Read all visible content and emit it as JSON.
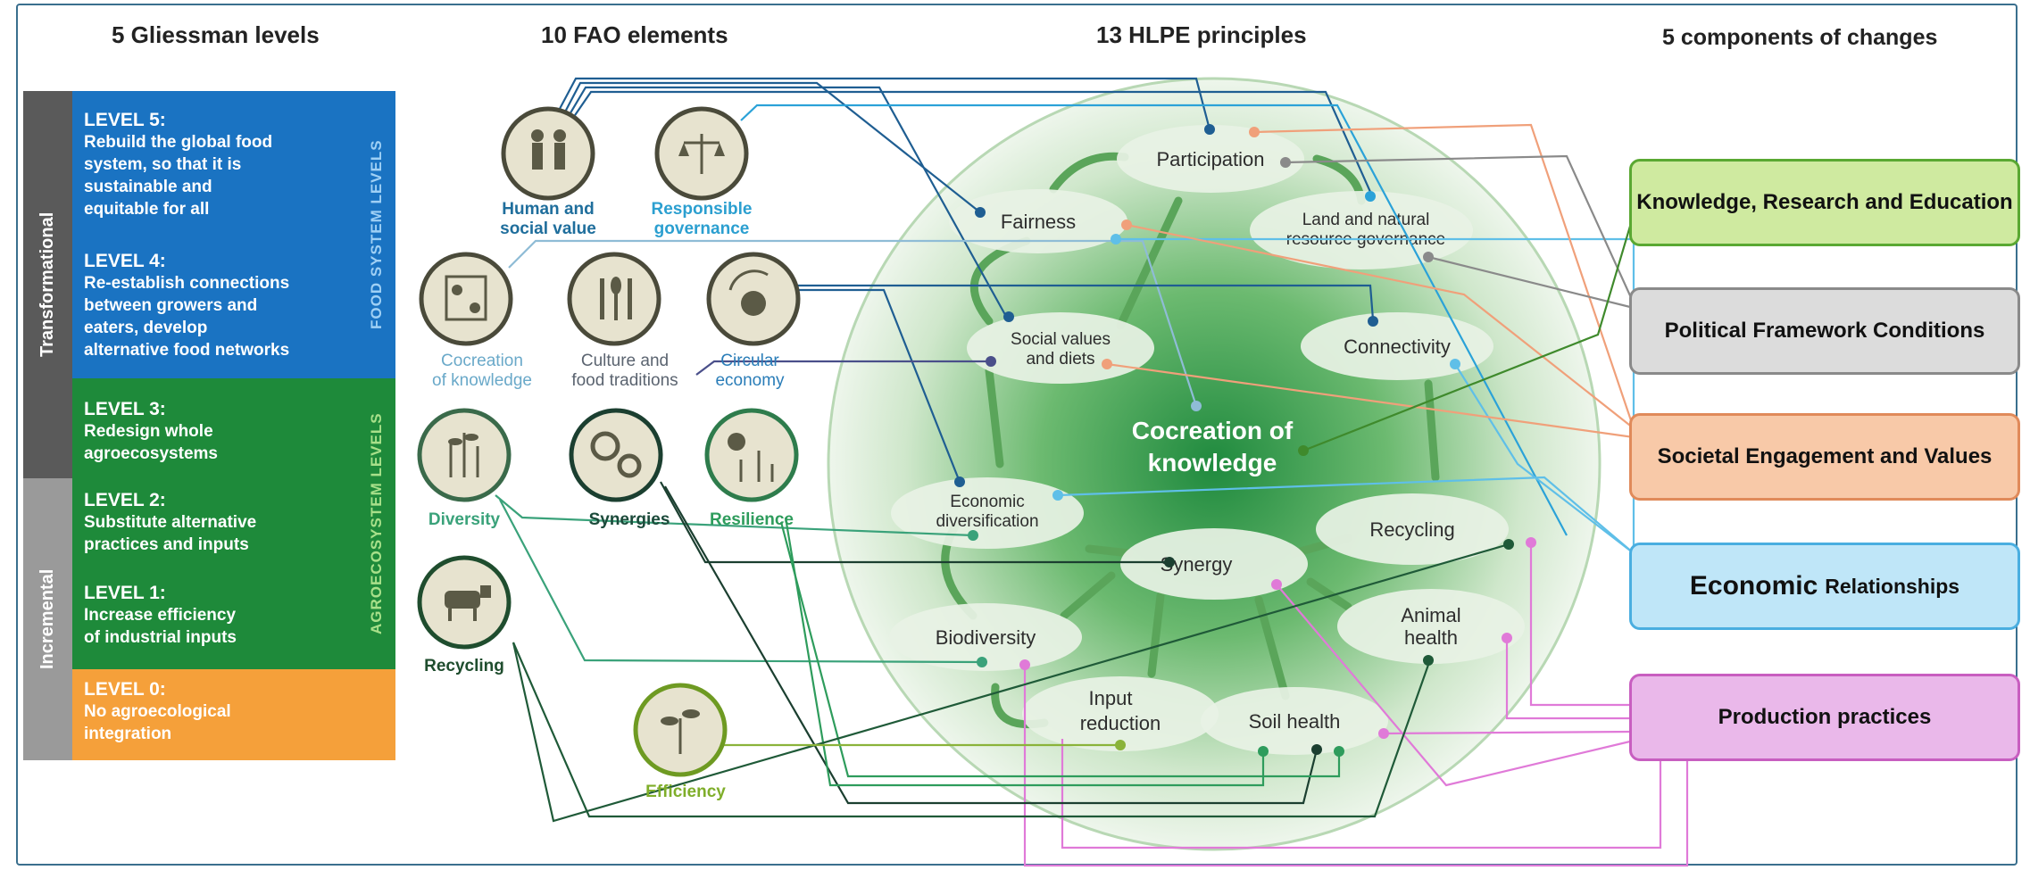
{
  "headers": {
    "gliessman": "5 Gliessman levels",
    "fao": "10 FAO elements",
    "hlpe": "13 HLPE principles",
    "components": "5 components of changes"
  },
  "sidebars": {
    "transformational": "Transformational",
    "incremental": "Incremental",
    "food_system": "FOOD SYSTEM LEVELS",
    "agroecosystem": "AGROECOSYSTEM LEVELS"
  },
  "levels": [
    {
      "title": "LEVEL 5:",
      "lines": [
        "Rebuild the global food",
        "system, so that it is",
        "sustainable and",
        "equitable for all"
      ]
    },
    {
      "title": "LEVEL 4:",
      "lines": [
        "Re-establish connections",
        "between growers and",
        "eaters, develop",
        "alternative food networks"
      ]
    },
    {
      "title": "LEVEL 3:",
      "lines": [
        "Redesign whole",
        "agroecosystems"
      ]
    },
    {
      "title": "LEVEL 2:",
      "lines": [
        "Substitute alternative",
        "practices and inputs"
      ]
    },
    {
      "title": "LEVEL 1:",
      "lines": [
        "Increase efficiency",
        "of industrial inputs"
      ]
    },
    {
      "title": "LEVEL 0:",
      "lines": [
        "No agroecological",
        "integration"
      ]
    }
  ],
  "fao_elements": [
    {
      "lines": [
        "Human and",
        "social value"
      ],
      "icon": "people-icon",
      "color": "#1f6e9c"
    },
    {
      "lines": [
        "Responsible",
        "governance"
      ],
      "icon": "scales-icon",
      "color": "#2b9fd0"
    },
    {
      "lines": [
        "Cocreation",
        "of knowledge"
      ],
      "icon": "knowledge-icon",
      "color": "#6aa9c9"
    },
    {
      "lines": [
        "Culture and",
        "food traditions"
      ],
      "icon": "cutlery-icon",
      "color": "#5b6470"
    },
    {
      "lines": [
        "Circular",
        "economy"
      ],
      "icon": "circular-icon",
      "color": "#2a7db8"
    },
    {
      "lines": [
        "Diversity"
      ],
      "icon": "plants-icon",
      "color": "#3aa27a"
    },
    {
      "lines": [
        "Synergies"
      ],
      "icon": "gears-icon",
      "color": "#1b4a3a"
    },
    {
      "lines": [
        "Resilience"
      ],
      "icon": "sun-plants-icon",
      "color": "#2e9c5c"
    },
    {
      "lines": [
        "Recycling"
      ],
      "icon": "cow-icon",
      "color": "#1f4d2e"
    },
    {
      "lines": [
        "Efficiency"
      ],
      "icon": "seedling-icon",
      "color": "#7fae2a"
    }
  ],
  "hlpe_principles": [
    {
      "lines": [
        "Participation"
      ]
    },
    {
      "lines": [
        "Fairness"
      ]
    },
    {
      "lines": [
        "Land and natural",
        "resource governance"
      ]
    },
    {
      "lines": [
        "Social values",
        "and diets"
      ]
    },
    {
      "lines": [
        "Connectivity"
      ]
    },
    {
      "lines": [
        "Cocreation of",
        "knowledge"
      ]
    },
    {
      "lines": [
        "Economic",
        "diversification"
      ]
    },
    {
      "lines": [
        "Recycling"
      ]
    },
    {
      "lines": [
        "Synergy"
      ]
    },
    {
      "lines": [
        "Animal",
        "health"
      ]
    },
    {
      "lines": [
        "Biodiversity"
      ]
    },
    {
      "lines": [
        "Input",
        "reduction"
      ]
    },
    {
      "lines": [
        "Soil health"
      ]
    }
  ],
  "components": [
    {
      "label": "Knowledge, Research and Education",
      "border": "#5aa832",
      "fill": "#cfeaa0"
    },
    {
      "label": "Political Framework Conditions",
      "border": "#8a8a8a",
      "fill": "#dcdcdc"
    },
    {
      "label": "Societal Engagement and Values",
      "border": "#e08a5a",
      "fill": "#f8c9a8"
    },
    {
      "label_big": "Economic",
      "label_small": "Relationships",
      "border": "#4aaee0",
      "fill": "#bfe6f8"
    },
    {
      "label": "Production practices",
      "border": "#c85ec0",
      "fill": "#eab8ea"
    }
  ],
  "colors": {
    "level5_4": "#1a73c2",
    "level3_1": "#1e8a3a",
    "level0": "#f5a03a",
    "side_dark": "#5a5a5a",
    "side_light": "#9a9a9a"
  }
}
